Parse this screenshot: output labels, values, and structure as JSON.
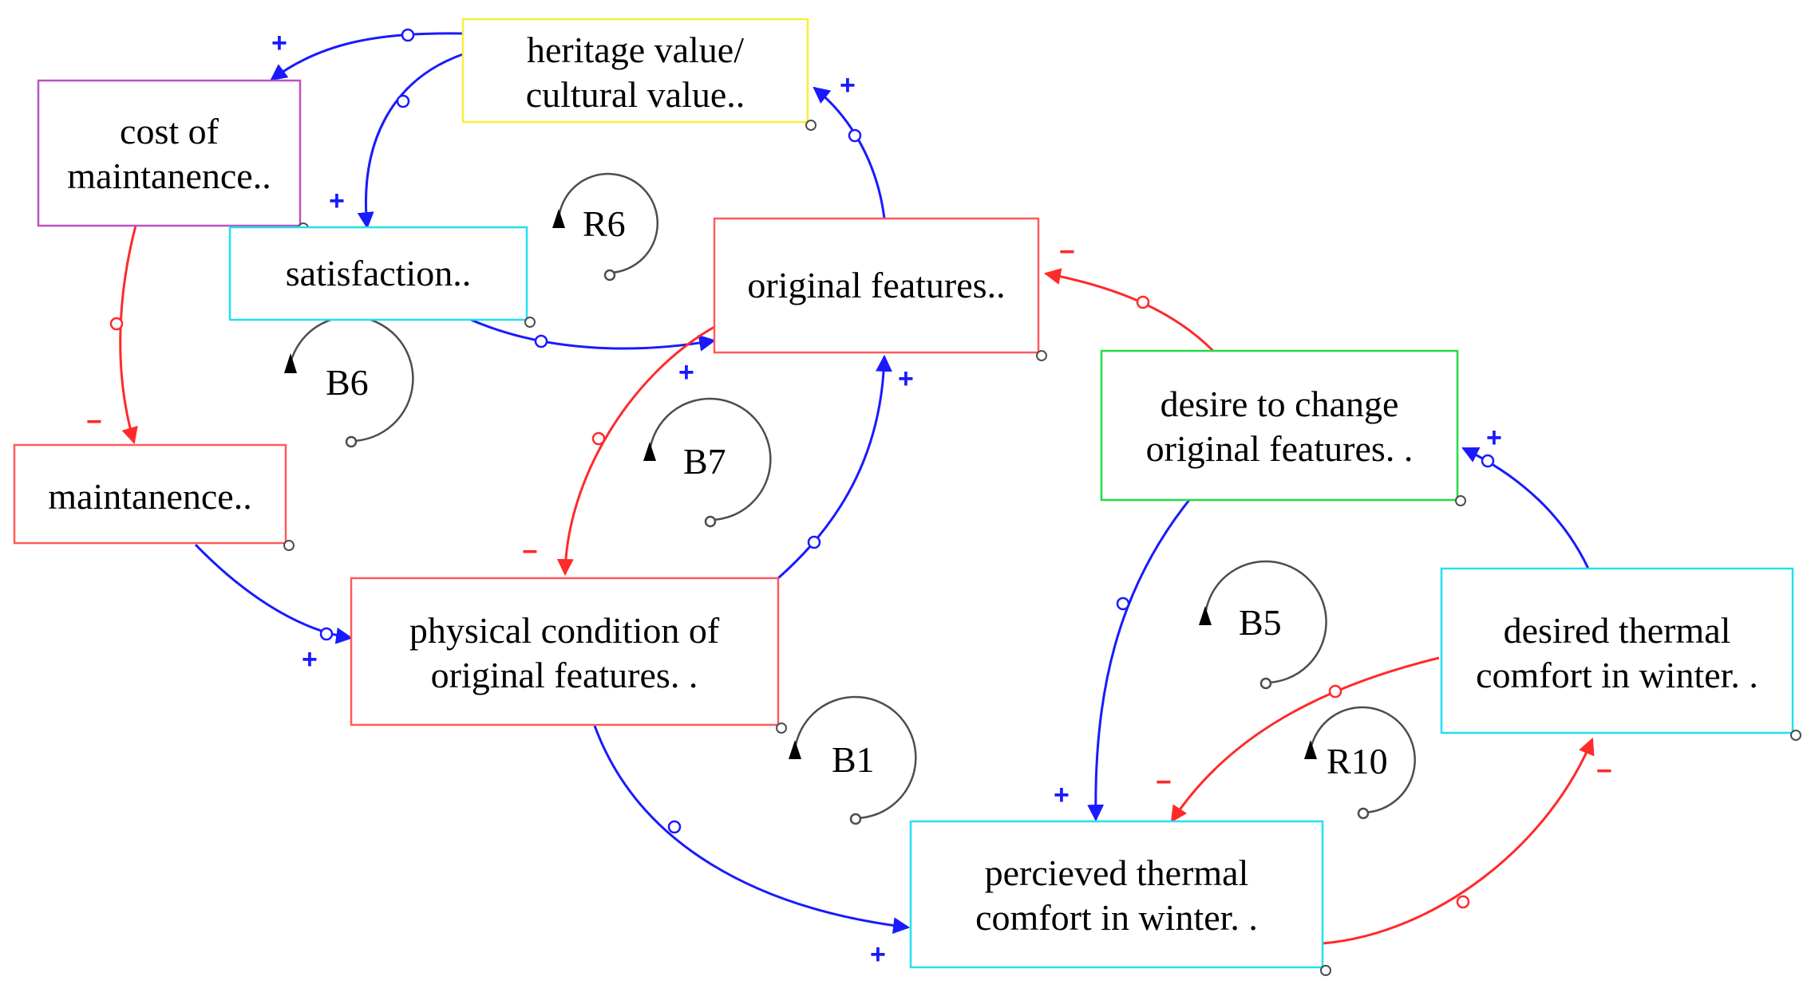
{
  "colors": {
    "positive_link": "#1a1aff",
    "negative_link": "#ff2a2a",
    "loop_marker": "#4d4d4d",
    "node_red": "#ff5a5a",
    "node_magenta": "#c050c0",
    "node_yellow": "#f7ef3a",
    "node_cyan": "#22e0f0",
    "node_green": "#22dd44"
  },
  "nodes": {
    "heritage": {
      "line1": "heritage value/",
      "line2": "cultural value.."
    },
    "cost": {
      "line1": "cost of",
      "line2": "maintanence.."
    },
    "satisfaction": {
      "line1": "satisfaction.."
    },
    "original": {
      "line1": "original features.."
    },
    "maintanence": {
      "line1": "maintanence.."
    },
    "desire": {
      "line1": "desire to change",
      "line2": "original features. ."
    },
    "physical": {
      "line1": "physical condition of",
      "line2": "original features. ."
    },
    "desired_thermal": {
      "line1": "desired thermal",
      "line2": "comfort in winter. ."
    },
    "perceived_thermal": {
      "line1": "percieved thermal",
      "line2": "comfort in winter. ."
    }
  },
  "loops": {
    "r6": "R6",
    "b6": "B6",
    "b7": "B7",
    "b5": "B5",
    "b1": "B1",
    "r10": "R10"
  },
  "polarity": {
    "plus": "+",
    "minus": "−"
  }
}
